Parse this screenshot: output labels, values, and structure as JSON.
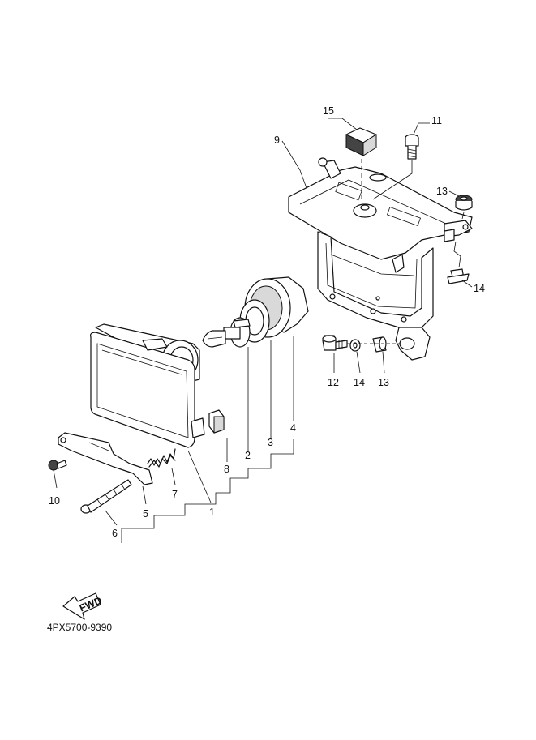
{
  "diagram": {
    "part_code": "4PX5700-9390",
    "fwd_label": "FWD",
    "callouts": [
      "1",
      "2",
      "3",
      "4",
      "5",
      "6",
      "7",
      "8",
      "9",
      "10",
      "11",
      "12",
      "13",
      "13",
      "14",
      "14",
      "15"
    ]
  }
}
